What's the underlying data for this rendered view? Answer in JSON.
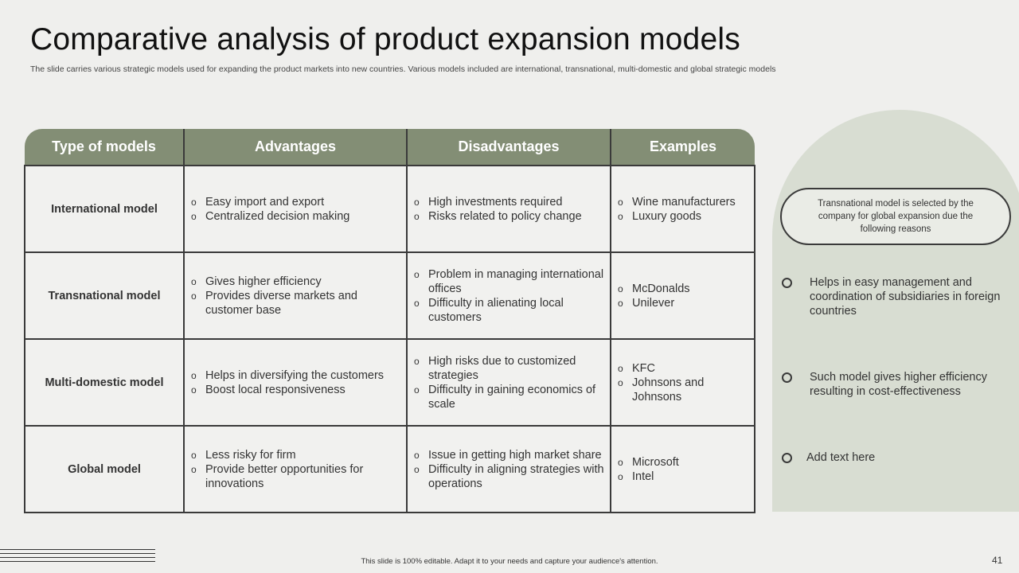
{
  "title": "Comparative analysis of product expansion models",
  "subtitle": "The slide carries various strategic models used for expanding the product markets into new countries. Various models included are international, transnational, multi-domestic and global strategic models",
  "table": {
    "headers": [
      "Type of models",
      "Advantages",
      "Disadvantages",
      "Examples"
    ],
    "rows": [
      {
        "model": "International model",
        "advantages": [
          "Easy import and export",
          "Centralized decision making"
        ],
        "disadvantages": [
          "High investments required",
          "Risks related to policy change"
        ],
        "examples": [
          "Wine manufacturers",
          "Luxury goods"
        ]
      },
      {
        "model": "Transnational model",
        "advantages": [
          "Gives higher efficiency",
          "Provides diverse markets and customer base"
        ],
        "disadvantages": [
          "Problem in managing international offices",
          "Difficulty in alienating local customers"
        ],
        "examples": [
          "McDonalds",
          "Unilever"
        ]
      },
      {
        "model": "Multi-domestic model",
        "advantages": [
          "Helps in diversifying the customers",
          "Boost local responsiveness"
        ],
        "disadvantages": [
          "High risks due to customized strategies",
          "Difficulty in gaining economics of scale"
        ],
        "examples": [
          "KFC",
          "Johnsons and Johnsons"
        ]
      },
      {
        "model": "Global model",
        "advantages": [
          "Less risky for firm",
          "Provide better opportunities for innovations"
        ],
        "disadvantages": [
          "Issue in getting high market share",
          "Difficulty in aligning strategies with operations"
        ],
        "examples": [
          "Microsoft",
          "Intel"
        ]
      }
    ],
    "bullet_glyph": "o"
  },
  "callout": "Transnational model is selected by the company for global expansion due the following reasons",
  "reasons": [
    "Helps in easy management and coordination of subsidiaries in foreign countries",
    "Such model gives higher efficiency resulting in cost-effectiveness",
    "Add text here"
  ],
  "footer": "This slide is 100% editable. Adapt it to your needs and capture your audience's attention.",
  "page_number": "41",
  "colors": {
    "background": "#efefed",
    "header": "#838e75",
    "arch": "#d8ddd2",
    "border": "#3a3a3a"
  }
}
